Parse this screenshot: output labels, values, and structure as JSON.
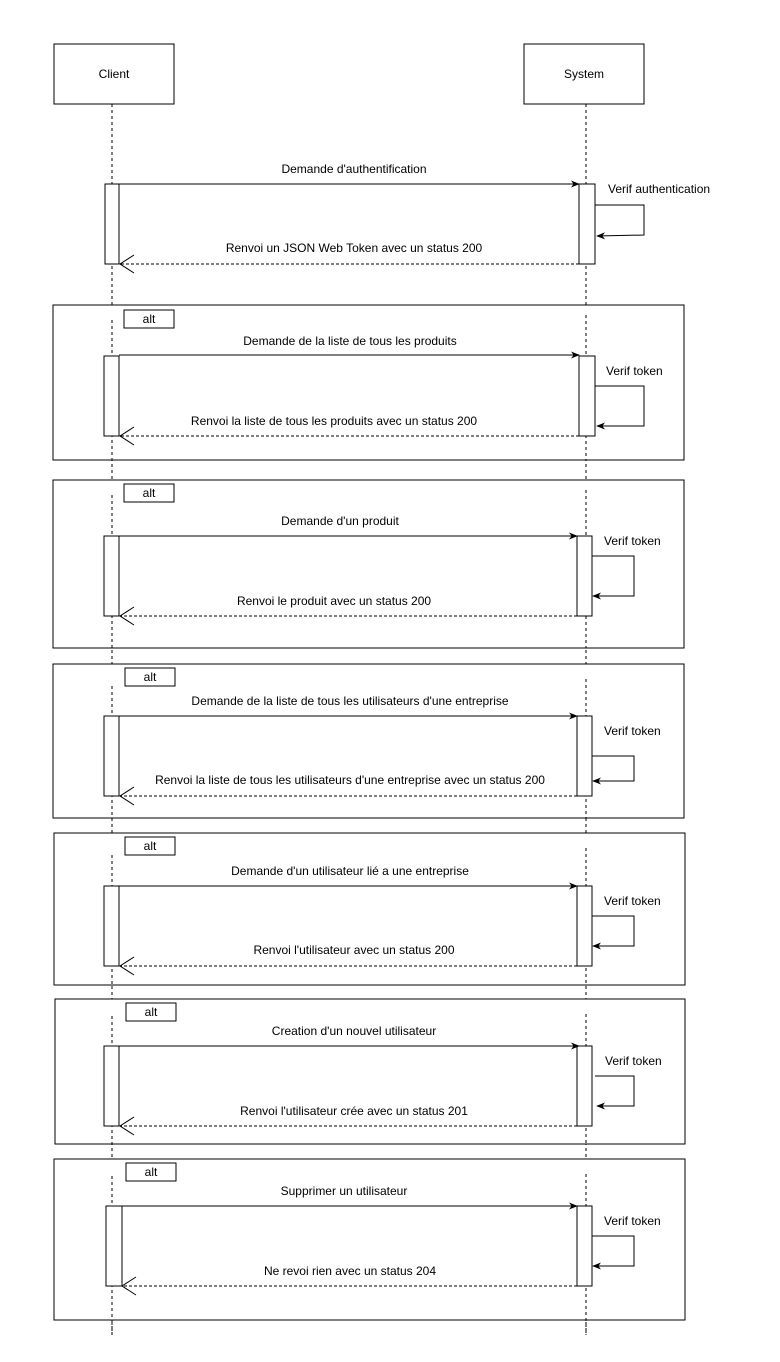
{
  "participants": {
    "client": "Client",
    "system": "System"
  },
  "auth": {
    "request": "Demande d'authentification",
    "self": "Verif authentication",
    "response": "Renvoi un JSON Web Token avec un status 200"
  },
  "fragments": [
    {
      "operator": "alt",
      "request": "Demande de la liste de tous les produits",
      "self": "Verif token",
      "response": "Renvoi la liste de tous les produits avec un status 200"
    },
    {
      "operator": "alt",
      "request": "Demande d'un produit",
      "self": "Verif token",
      "response": "Renvoi le produit avec un status 200"
    },
    {
      "operator": "alt",
      "request": "Demande de la liste de tous les utilisateurs d'une entreprise",
      "self": "Verif token",
      "response": "Renvoi la liste de tous les utilisateurs d'une entreprise avec un status 200"
    },
    {
      "operator": "alt",
      "request": "Demande d'un utilisateur lié a une entreprise",
      "self": "Verif token",
      "response": "Renvoi l'utilisateur avec un status 200"
    },
    {
      "operator": "alt",
      "request": "Creation d'un nouvel utilisateur",
      "self": "Verif token",
      "response": "Renvoi l'utilisateur crée avec un status 201"
    },
    {
      "operator": "alt",
      "request": "Supprimer un utilisateur",
      "self": "Verif token",
      "response": "Ne revoi rien avec un status 204"
    }
  ]
}
